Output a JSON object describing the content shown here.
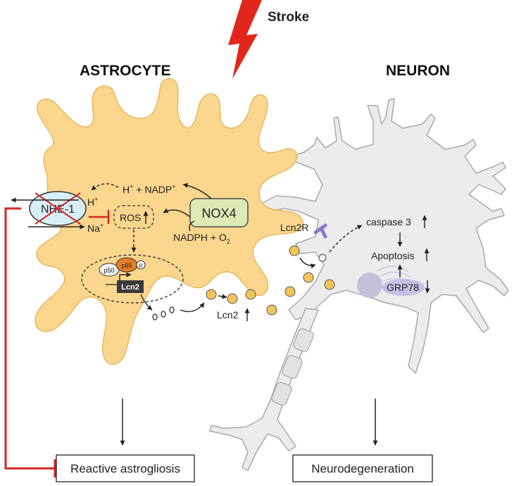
{
  "labels": {
    "stroke": "Stroke",
    "astrocyte": "ASTROCYTE",
    "neuron": "NEURON",
    "nhe1": "NHE-1",
    "h_plus": "H",
    "na_plus": "Na",
    "h_nadp_h": "H",
    "h_nadp_plus": " + NADP",
    "ros": "ROS",
    "nox4": "NOX4",
    "nadph_o2": "NADPH + O",
    "nadph_o2_sub": "2",
    "p50": "p50",
    "p65": "p65",
    "p": "p",
    "lcn2_gene": "Lcn2",
    "lcn2_secreted": "Lcn2",
    "lcn2r": "Lcn2R",
    "caspase3": "caspase 3",
    "apoptosis": "Apoptosis",
    "grp78": "GRP78",
    "reactive_astrogliosis": "Reactive astrogliosis",
    "neurodegeneration": "Neurodegeneration",
    "superscript_plus": "+"
  },
  "colors": {
    "astrocyte_fill": "#fad68e",
    "astrocyte_stroke": "#e9b860",
    "neuron_fill": "#ececee",
    "neuron_stroke": "#a9a9ad",
    "stroke_bolt": "#e2261b",
    "inhibition_red": "#d7261e",
    "nox4_fill": "#dcebb6",
    "nox4_stroke": "#4a4a4a",
    "nhe1_fill": "#d7eef7",
    "p65_fill": "#e57e26",
    "lcn2_box": "#3b3b3b",
    "lcn2r_purple": "#8c79c6",
    "grp78_fill": "#bcb8e0",
    "nucleus_neuron": "#c4c0da",
    "vesicle_fill": "#f3c45b"
  },
  "icons": {
    "stroke": "lightning-bolt-icon",
    "receptor": "lcn2-receptor-icon"
  }
}
